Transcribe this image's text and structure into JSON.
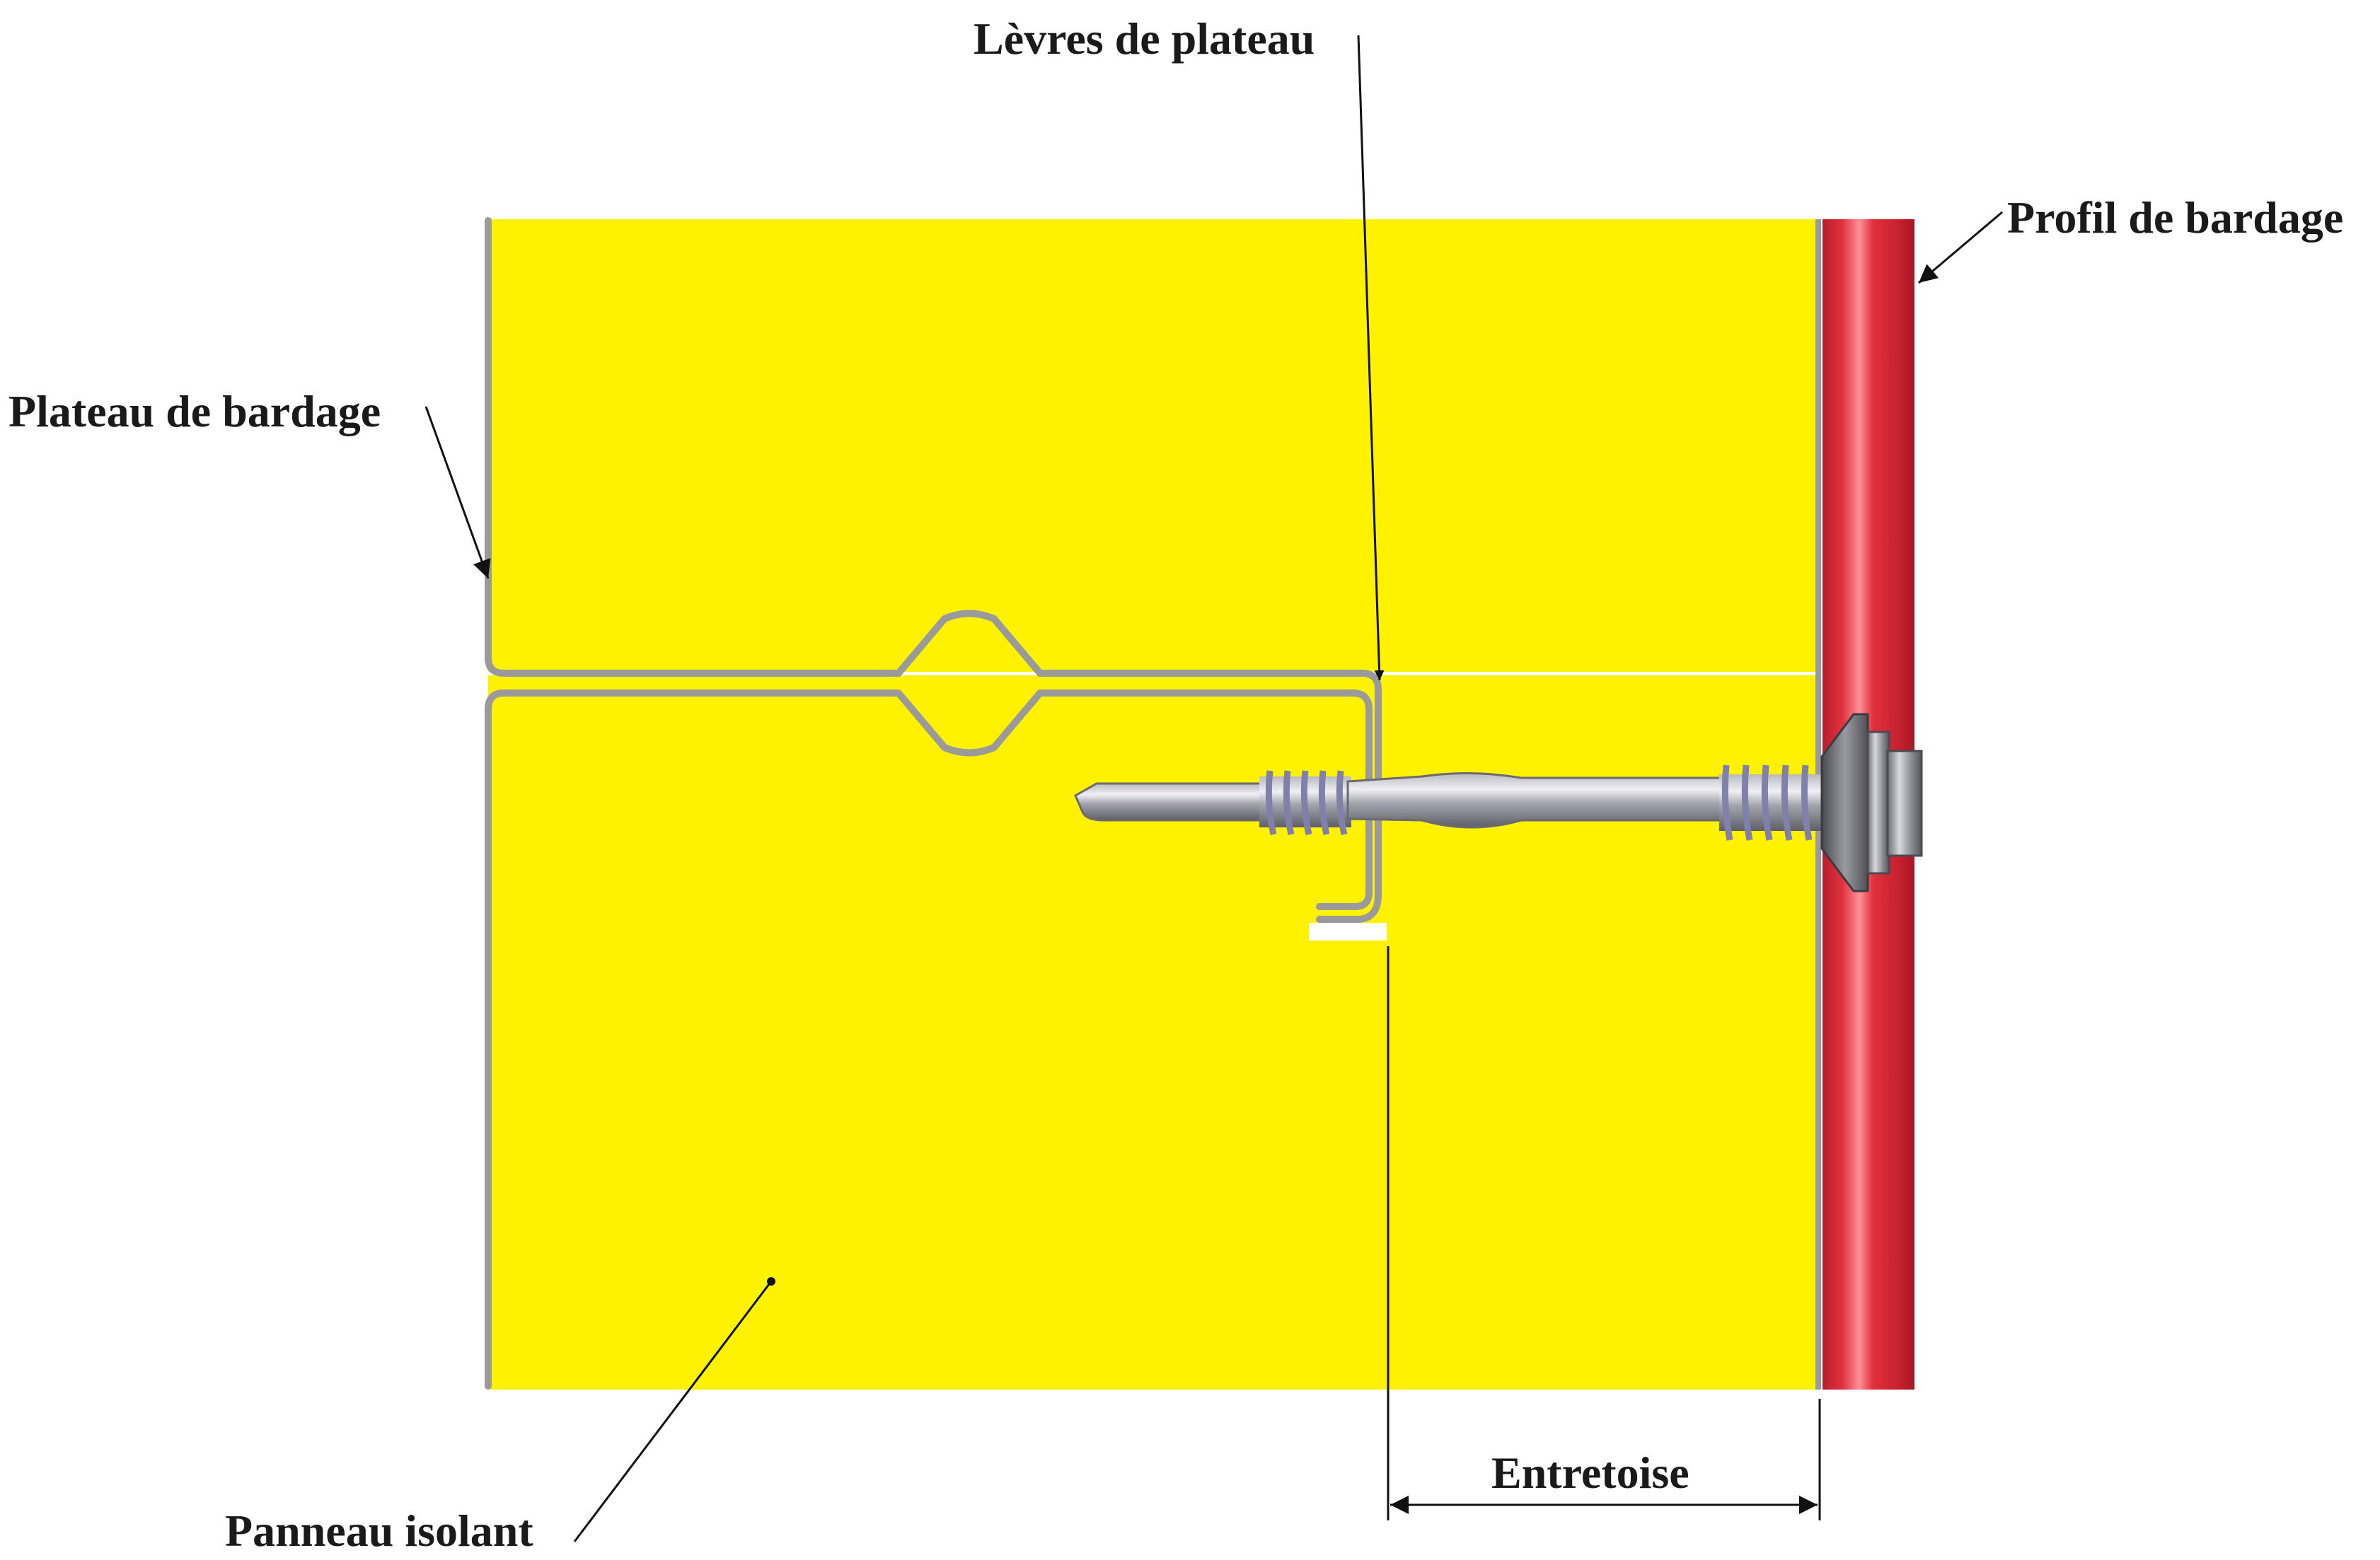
{
  "labels": {
    "levres": "Lèvres de plateau",
    "profil": "Profil de bardage",
    "plateau": "Plateau de bardage",
    "panneau": "Panneau isolant",
    "entretoise": "Entretoise"
  },
  "colors": {
    "insulation": "#fff200",
    "profile": "#d42a35",
    "steel": "#9a9a9a",
    "background": "#ffffff",
    "text": "#1a1a1a"
  }
}
